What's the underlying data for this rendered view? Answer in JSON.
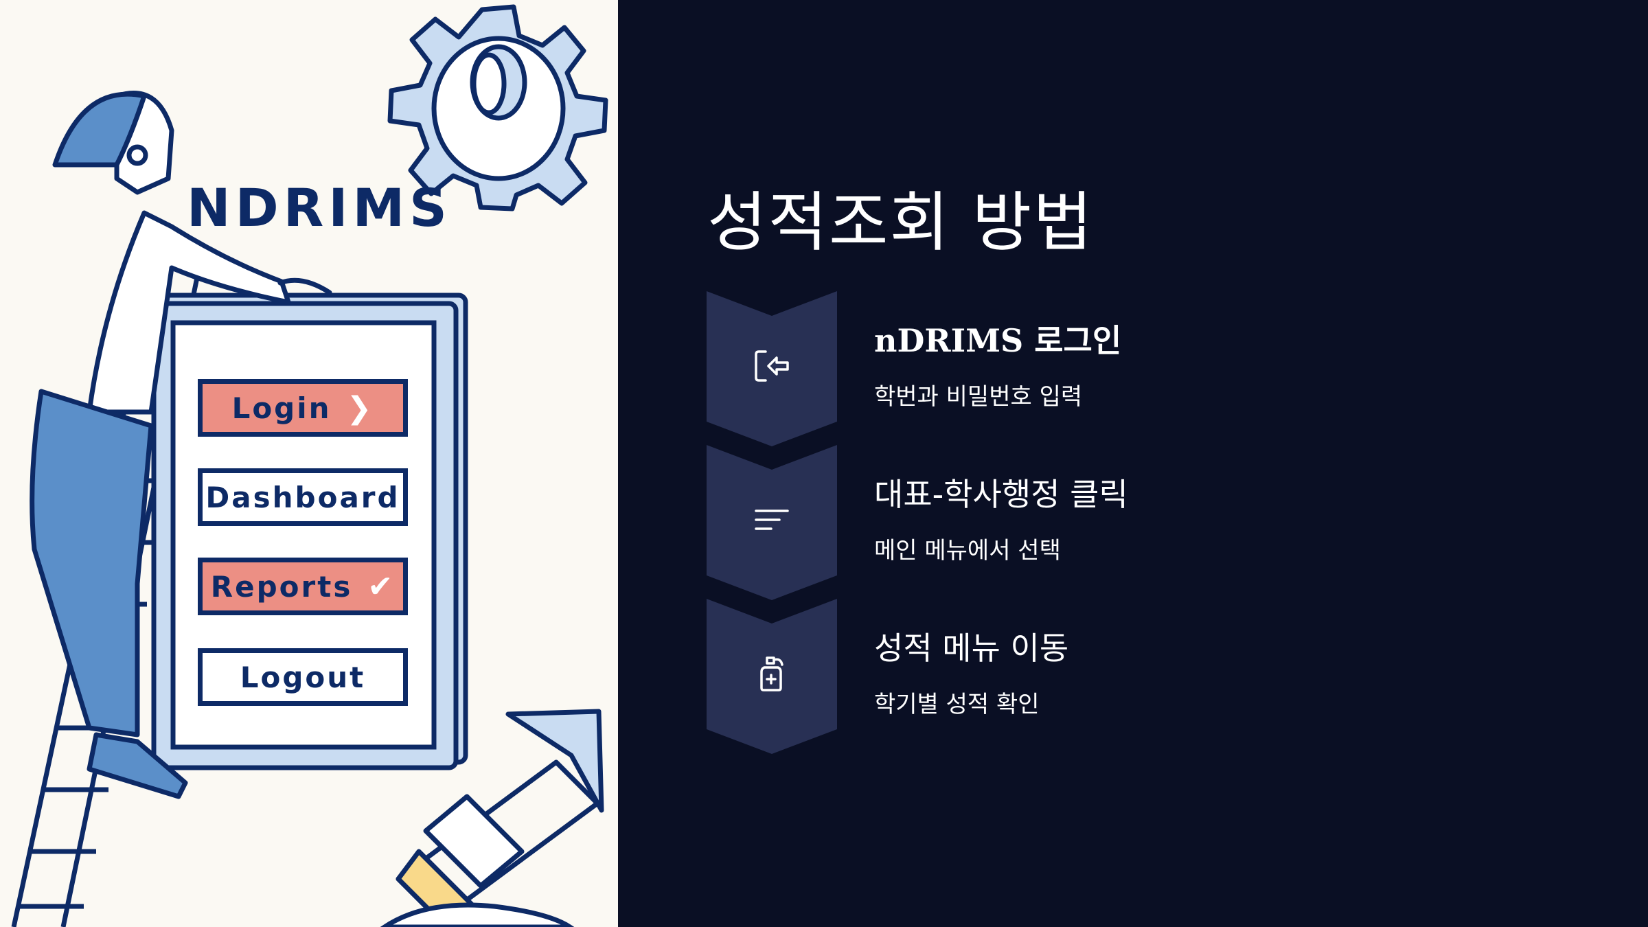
{
  "illustration": {
    "brand": "NDRIMS",
    "menu": [
      {
        "label": "Login",
        "state": "active",
        "icon": "chevron-right-icon"
      },
      {
        "label": "Dashboard",
        "state": "plain"
      },
      {
        "label": "Reports",
        "state": "active",
        "icon": "check-icon"
      },
      {
        "label": "Logout",
        "state": "plain"
      }
    ]
  },
  "slide": {
    "title": "성적조회 방법",
    "steps": [
      {
        "title": "nDRIMS 로그인",
        "subtitle": "학번과 비밀번호 입력",
        "icon": "login-icon"
      },
      {
        "title": "대표-학사행정 클릭",
        "subtitle": "메인 메뉴에서 선택",
        "icon": "menu-lines-icon"
      },
      {
        "title": "성적 메뉴 이동",
        "subtitle": "학기별 성적 확인",
        "icon": "bottle-icon"
      }
    ]
  },
  "colors": {
    "background": "#0a0f24",
    "badge": "#283054",
    "illustration_bg": "#fbf9f3",
    "navy": "#0d2a66",
    "blue": "#5b8fc9",
    "light_blue": "#c9dcf2",
    "salmon": "#ec8f84",
    "yellow": "#f9d98a"
  }
}
